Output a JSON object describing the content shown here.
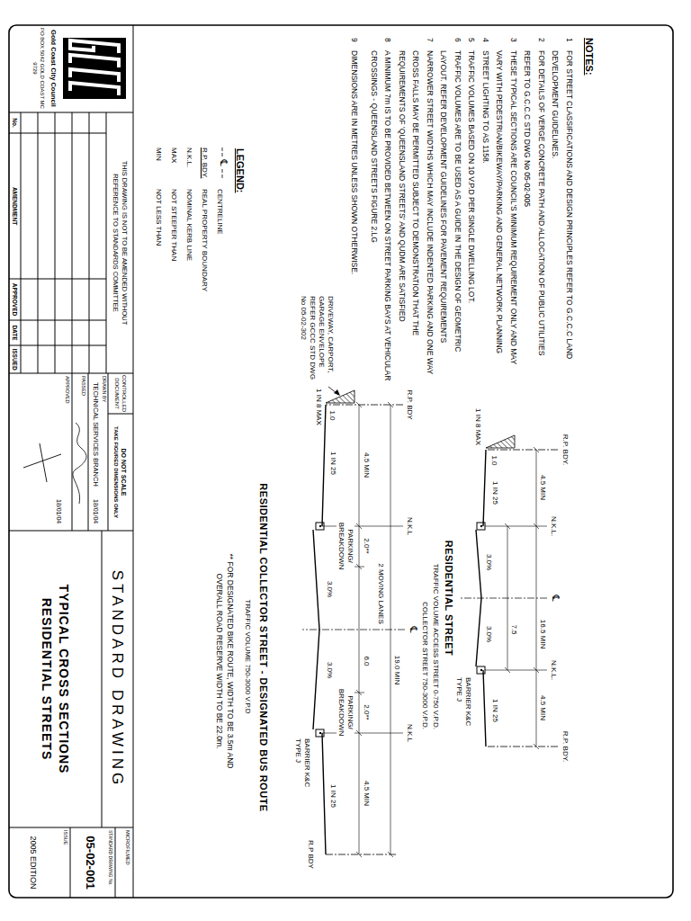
{
  "diagram": {
    "nodes": [
      {
        "text": [
          "CONTROLLED DOCUMENT"
        ]
      },
      {
        "text": [
          "DO NOT SCALE",
          "TAKE FIGURED DIMENSIONS ONLY"
        ]
      },
      {
        "text": [
          "DRAWN BY",
          "TECHNICAL SERVICES BRANCH",
          "18/01/04"
        ]
      },
      {
        "text": [
          "PASSED"
        ]
      },
      {
        "text": [
          "APPROVED",
          "18/01/04"
        ]
      },
      {
        "text": [
          "STANDARD DRAWING"
        ]
      },
      {
        "text": [
          "TYPICAL CROSS SECTIONS RESIDENTIAL STREETS"
        ]
      },
      {
        "text": [
          "MICROFILMED"
        ]
      },
      {
        "text": [
          "STANDARD DRAWING No.",
          "05-02-001"
        ]
      },
      {
        "text": [
          "ISSUE",
          "2005 EDITION"
        ]
      }
    ],
    "labels": [
      "NOTES:",
      "1",
      "FOR STREET CLASSIFICATIONS AND DESIGN PRINCIPLES REFER TO G.C.C.C LAND DEVELOPMENT GUIDELINES.",
      "2",
      "FOR DETAILS OF VERGE CONCRETE PATH AND ALLOCATION OF PUBLIC UTILITIES REFER TO G.C.C.C STD DWG No 05-02-005",
      "3",
      "THESE TYPICAL SECTIONS ARE COUNCIL'S MINIMUM REQUIREMENT ONLY AND MAY VARY WITH PEDESTRIAN/BIKEWAY/PARKING AND GENERAL NETWORK PLANNING",
      "4",
      "STREET LIGHTING TO AS 1158.",
      "5",
      "TRAFFIC VOLUMES BASED ON 10 V.P.D PER SINGLE DWELLING LOT.",
      "6",
      "TRAFFIC VOLUMES ARE TO BE USED AS A GUIDE IN THE DESIGN OF GEOMETRIC LAYOUT. REFER DEVELOPMENT GUIDELINES FOR PAVEMENT REQUIREMENTS",
      "7",
      "NARROWER STREET WIDTHS WHICH MAY INCLUDE INDENTED PARKING AND ONE WAY CROSS FALLS MAY BE PERMITTED SUBJECT TO DEMONSTRATION THAT THE REQUIREMENTS OF 'QUEENSLAND STREETS' AND QUDM ARE SATISFIED",
      "8",
      "A MINIMUM 7m IS TO BE PROVIDED BETWEEN ON STREET PARKING BAYS AT VEHICULAR CROSSINGS - QUEENSLAND STREETS FIGURE 2.LG",
      "9",
      "DIMENSIONS ARE IN METRES UNLESS SHOWN OTHERWISE.",
      "LEGEND:",
      "℄",
      "R.P. BDY.",
      "N.K.L.",
      "MAX",
      "MIN",
      "THIS DRAWING IS NOT TO BE AMENDED WITHOUT REFERENCE TO STANDARDS COMMITTEE",
      "No.",
      "AMENDMENT",
      "APPROVED",
      "DATE",
      "ISSUED",
      "R.P. BDY.",
      "R.P. BDY.",
      "N.K.L.",
      "N.K.L.",
      "4.5 MIN",
      "16.5 MIN",
      "4.5 MIN",
      "7.5",
      "℄",
      "3.0%",
      "3.0%",
      "1 IN 25",
      "1 IN 25",
      "1 IN 8 MAX",
      "1.0",
      "BARRIER K&C TYPE J",
      "RESIDENTIAL STREET",
      "TRAFFIC VOLUME ACCESS STREET 0-750 V.P.D.",
      "COLLECTOR STREET 750-3000 V.P.D.",
      "R.P. BDY",
      "N.K.L",
      "N.K.L",
      "R.P BDY",
      "19.0 MIN",
      "℄",
      "4.5 MIN",
      "2.0**",
      "6.0",
      "2.0**",
      "4.5 MIN",
      "2 MOVING LANES",
      "PARKING/ BREAKDOWN",
      "PARKING/ BREAKDOWN",
      "3.0%",
      "3.0%",
      "1 IN 25",
      "1 IN 25",
      "1 IN 8 MAX",
      "1.0",
      "BARRIER K&C TYPE J",
      "DRIVEWAY, CARPORT, GARAGE ENVELOPE REFER GCCC STD DWG No 05-02-302",
      "RESIDENTIAL COLLECTOR STREET - DESIGNATED BUS ROUTE",
      "TRAFFIC VOLUME 750-3000 V.P.D",
      "** FOR DESIGNATED BIKE ROUTE, WIDTH TO BE 3.5m AND OVERALL ROAD RESERVE WIDTH TO BE 22.0m.",
      "Gold Coast City Council",
      "PO BOX 5042 GOLD COAST MC 9729"
    ],
    "legend": [
      {
        "text": "CENTRELINE"
      },
      {
        "text": "REAL PROPERTY BOUNDARY"
      },
      {
        "text": "NOMINAL KERB LINE"
      },
      {
        "text": "NOT STEEPER THAN"
      },
      {
        "text": "NOT LESS THAN"
      }
    ]
  }
}
